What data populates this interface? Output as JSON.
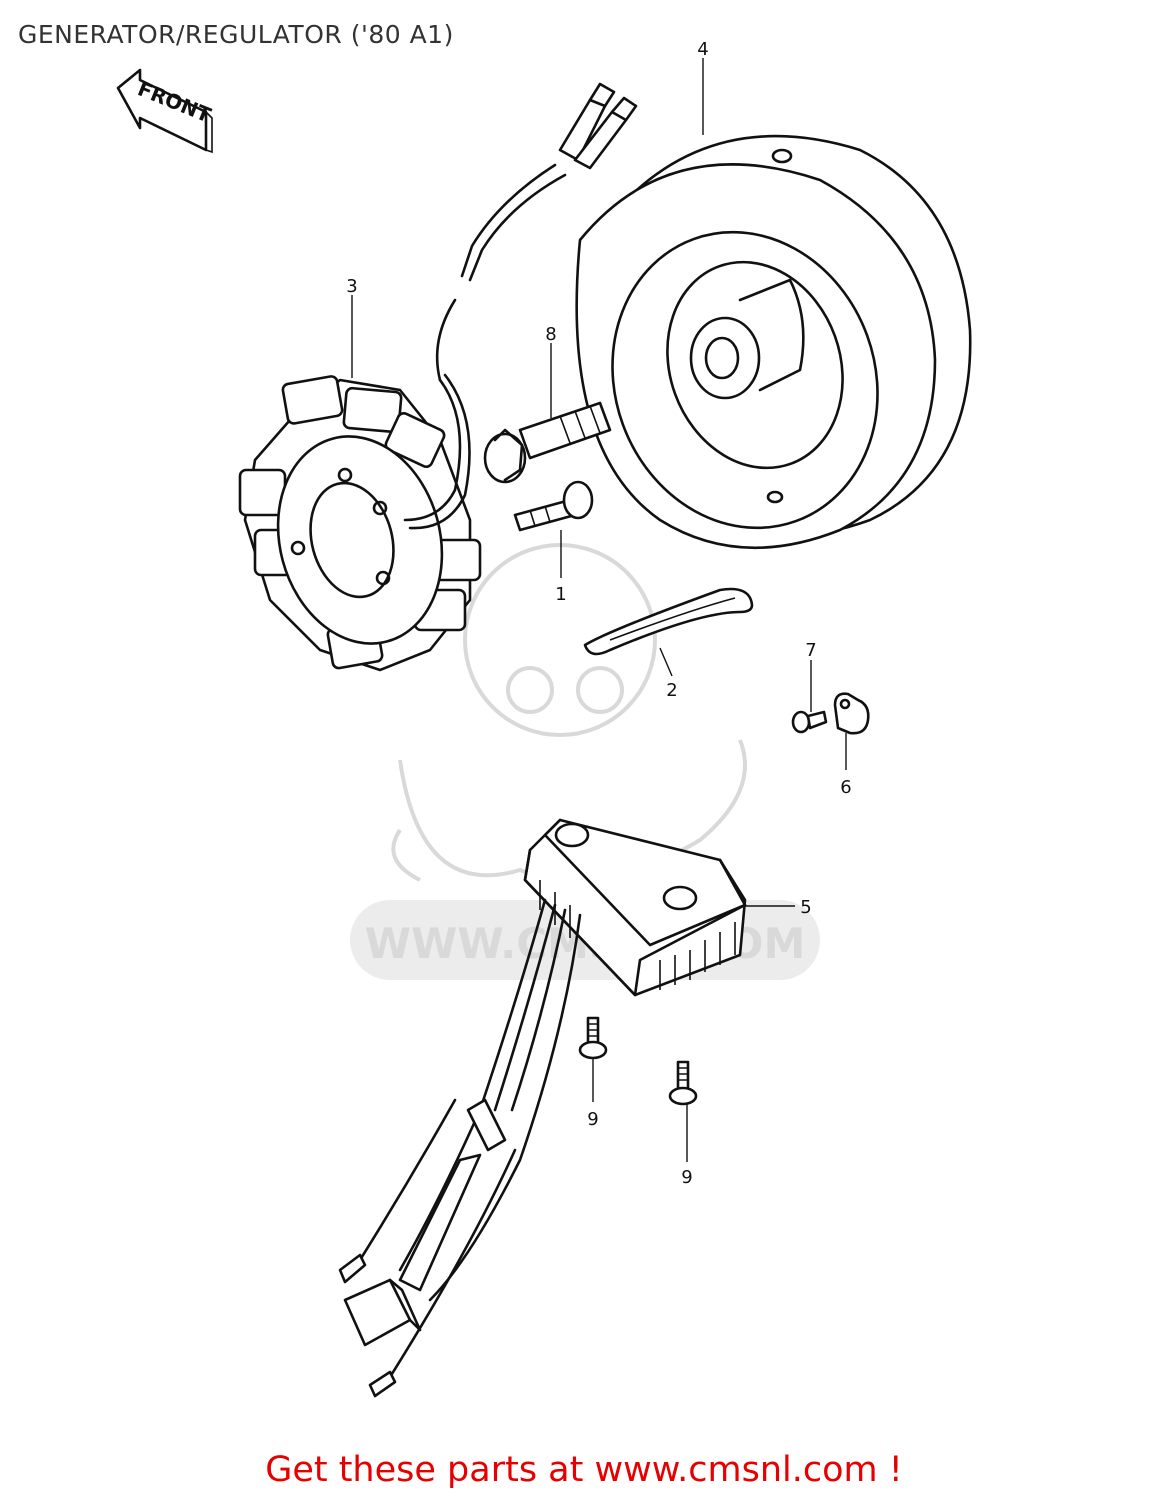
{
  "title": "GENERATOR/REGULATOR ('80 A1)",
  "footer_link": "Get these parts at www.cmsnl.com !",
  "front_arrow_label": "FRONT",
  "watermark_text": "WWW.CMSNL.COM",
  "colors": {
    "footer": "#e60000",
    "title": "#333333",
    "watermark": "#d9d9d9"
  },
  "callouts": {
    "c1": "1",
    "c2": "2",
    "c3": "3",
    "c4": "4",
    "c5": "5",
    "c6": "6",
    "c7": "7",
    "c8": "8",
    "c9a": "9",
    "c9b": "9"
  }
}
